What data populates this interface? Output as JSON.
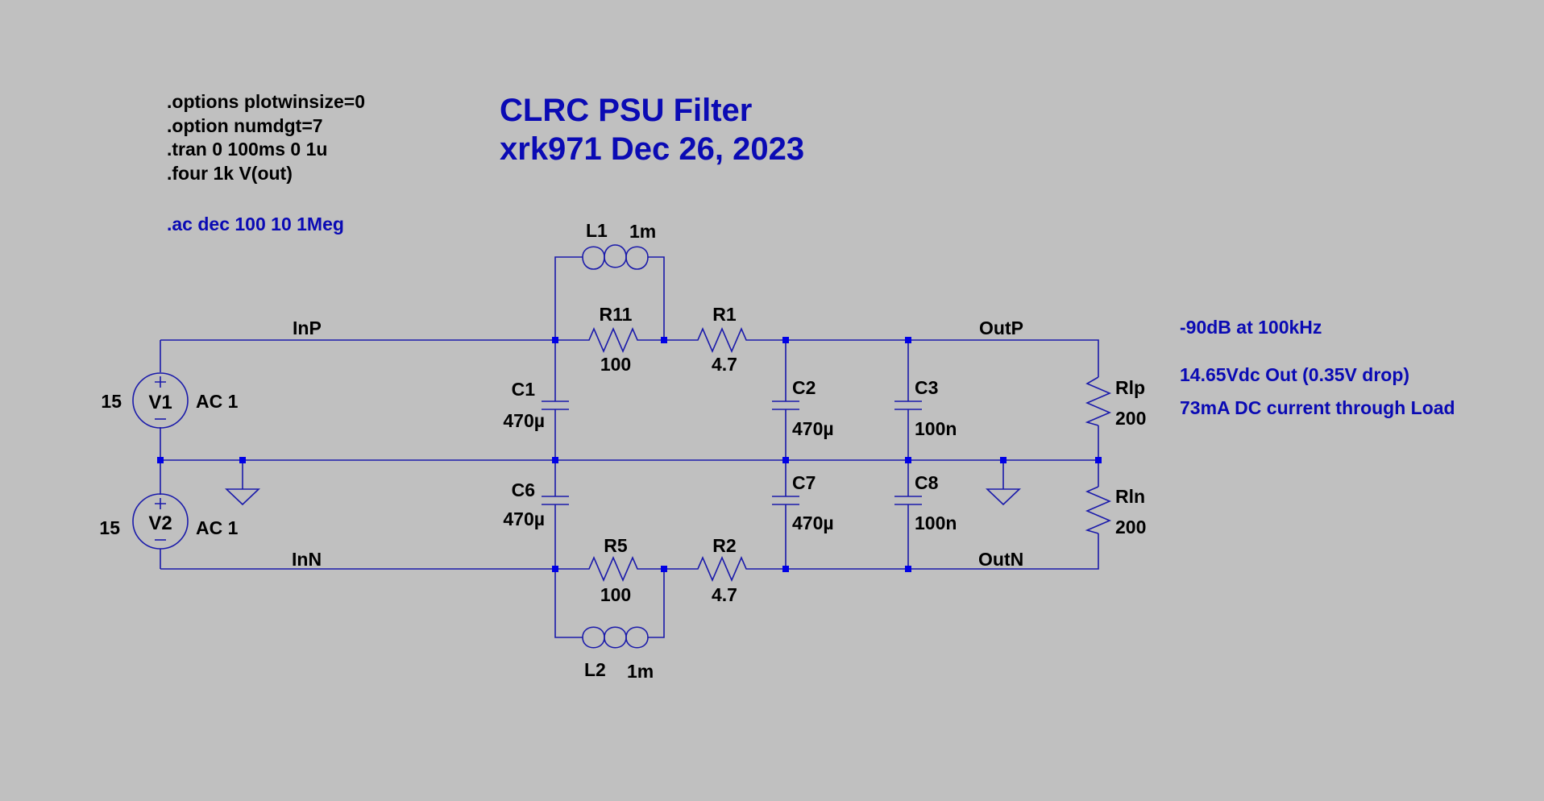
{
  "title": {
    "line1": "CLRC PSU Filter",
    "line2": "xrk971  Dec 26, 2023"
  },
  "directives": [
    ".options plotwinsize=0",
    ".option numdgt=7",
    ".tran 0 100ms 0 1u",
    ".four 1k V(out)"
  ],
  "ac_directive": ".ac dec 100 10 1Meg",
  "notes": [
    "-90dB at 100kHz",
    "14.65Vdc Out (0.35V drop)",
    "73mA DC current through Load"
  ],
  "nets": {
    "inp": "InP",
    "inn": "InN",
    "outp": "OutP",
    "outn": "OutN"
  },
  "sources": {
    "v1": {
      "name": "V1",
      "dc": "15",
      "ac": "AC 1"
    },
    "v2": {
      "name": "V2",
      "dc": "15",
      "ac": "AC 1"
    }
  },
  "components": {
    "L1": {
      "name": "L1",
      "value": "1m"
    },
    "L2": {
      "name": "L2",
      "value": "1m"
    },
    "R11": {
      "name": "R11",
      "value": "100"
    },
    "R5": {
      "name": "R5",
      "value": "100"
    },
    "R1": {
      "name": "R1",
      "value": "4.7"
    },
    "R2": {
      "name": "R2",
      "value": "4.7"
    },
    "C1": {
      "name": "C1",
      "value": "470µ"
    },
    "C6": {
      "name": "C6",
      "value": "470µ"
    },
    "C2": {
      "name": "C2",
      "value": "470µ"
    },
    "C7": {
      "name": "C7",
      "value": "470µ"
    },
    "C3": {
      "name": "C3",
      "value": "100n"
    },
    "C8": {
      "name": "C8",
      "value": "100n"
    },
    "Rlp": {
      "name": "Rlp",
      "value": "200"
    },
    "Rln": {
      "name": "Rln",
      "value": "200"
    }
  },
  "colors": {
    "background": "#c0c0c0",
    "wire": "#1a1aaa",
    "junction": "#0000e6",
    "directive_text": "#0a0ab4",
    "label_text": "#000000"
  }
}
